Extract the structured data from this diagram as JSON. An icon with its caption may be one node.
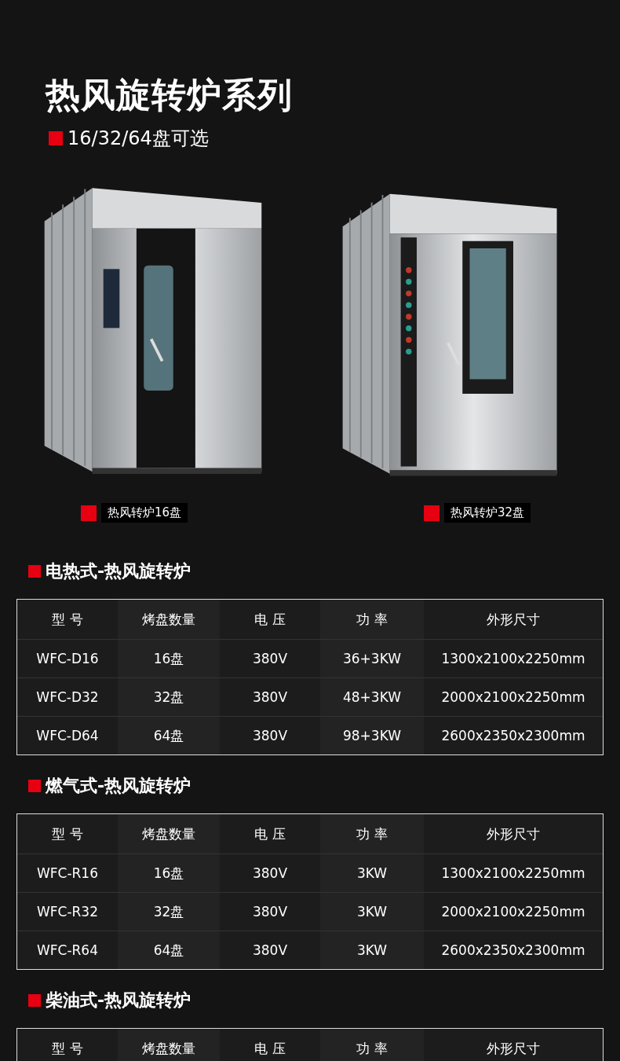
{
  "diagram": {
    "title": "热风旋转炉系列",
    "nodes": [
      {
        "text": [],
        "shape": "picture",
        "beside": [
          "热风转炉16盘"
        ]
      },
      {
        "text": [],
        "shape": "picture",
        "beside": [
          "热风转炉32盘"
        ]
      }
    ],
    "labels": [
      "16/32/64盘可选",
      "电热式-热风旋转炉",
      "型 号",
      "烤盘数量",
      "电 压",
      "功 率",
      "外形尺寸",
      "WFC-D16",
      "16盘",
      "380V",
      "36+3KW",
      "1300x2100x2250mm",
      "WFC-D32",
      "32盘",
      "380V",
      "48+3KW",
      "2000x2100x2250mm",
      "WFC-D64",
      "64盘",
      "380V",
      "98+3KW",
      "2600x2350x2300mm",
      "燃气式-热风旋转炉",
      "型 号",
      "烤盘数量",
      "电 压",
      "功 率",
      "外形尺寸",
      "WFC-R16",
      "16盘",
      "380V",
      "3KW",
      "1300x2100x2250mm",
      "WFC-R32",
      "32盘",
      "380V",
      "3KW",
      "2000x2100x2250mm",
      "WFC-R64",
      "64盘",
      "380V",
      "3KW",
      "2600x2350x2300mm",
      "柴油式-热风旋转炉",
      "型 号",
      "烤盘数量",
      "电 压",
      "功 率",
      "外形尺寸"
    ]
  }
}
